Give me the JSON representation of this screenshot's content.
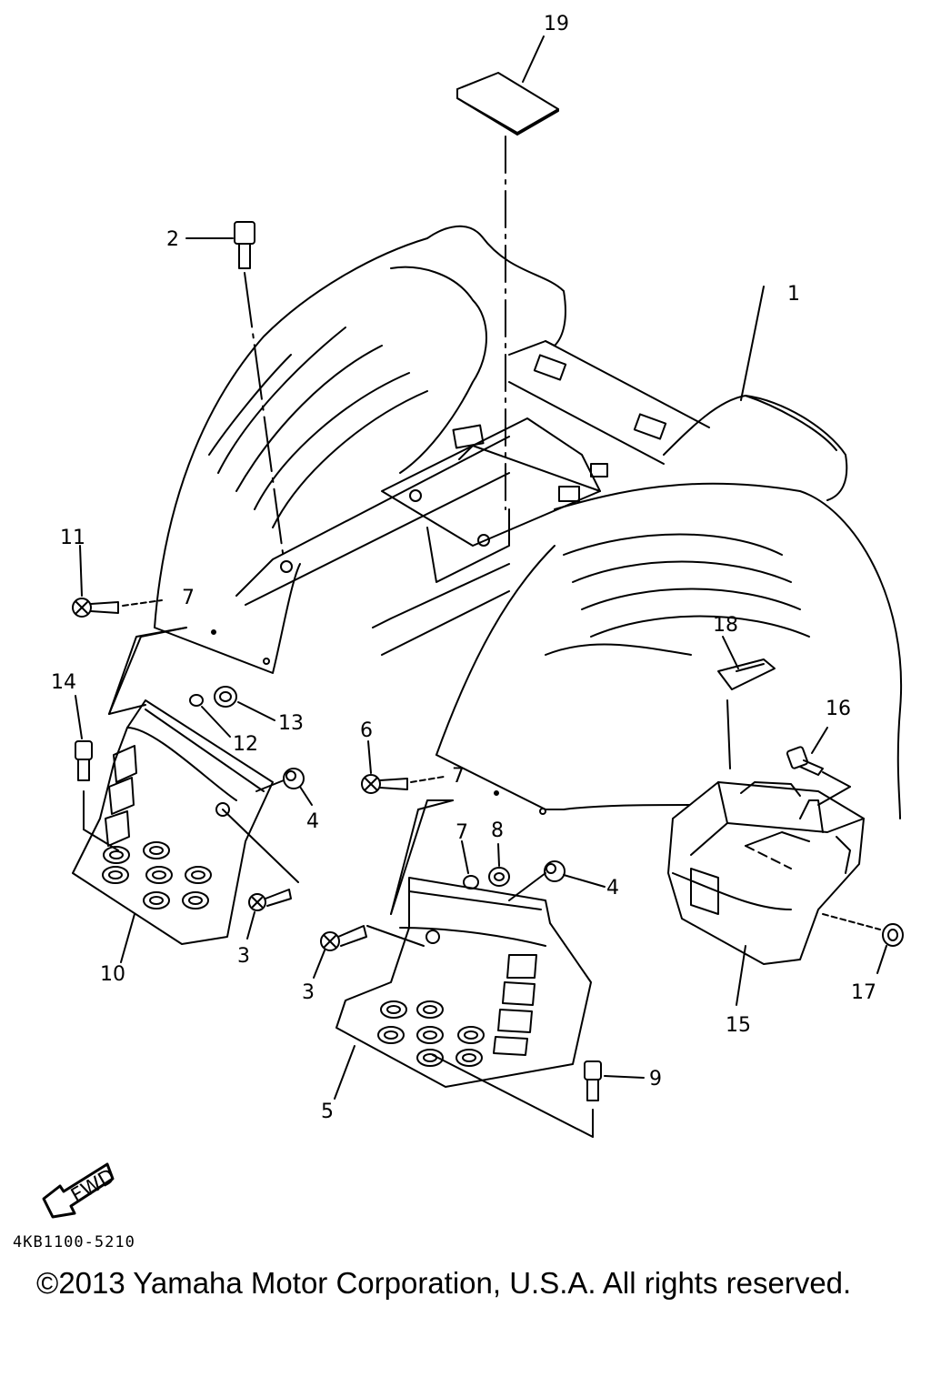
{
  "diagram": {
    "part_number_code": "4KB1100-5210",
    "copyright": "©2013 Yamaha Motor Corporation, U.S.A. All rights reserved.",
    "fwd_label": "FWD",
    "callouts": {
      "c1": "1",
      "c2": "2",
      "c3a": "3",
      "c3b": "3",
      "c4a": "4",
      "c4b": "4",
      "c5": "5",
      "c6": "6",
      "c7a": "7",
      "c8": "8",
      "c9": "9",
      "c10": "10",
      "c11": "11",
      "c12": "12",
      "c13": "13",
      "c14": "14",
      "c15": "15",
      "c16": "16",
      "c17": "17",
      "c18": "18",
      "c19": "19",
      "t7a": "7",
      "t7b": "7"
    }
  }
}
